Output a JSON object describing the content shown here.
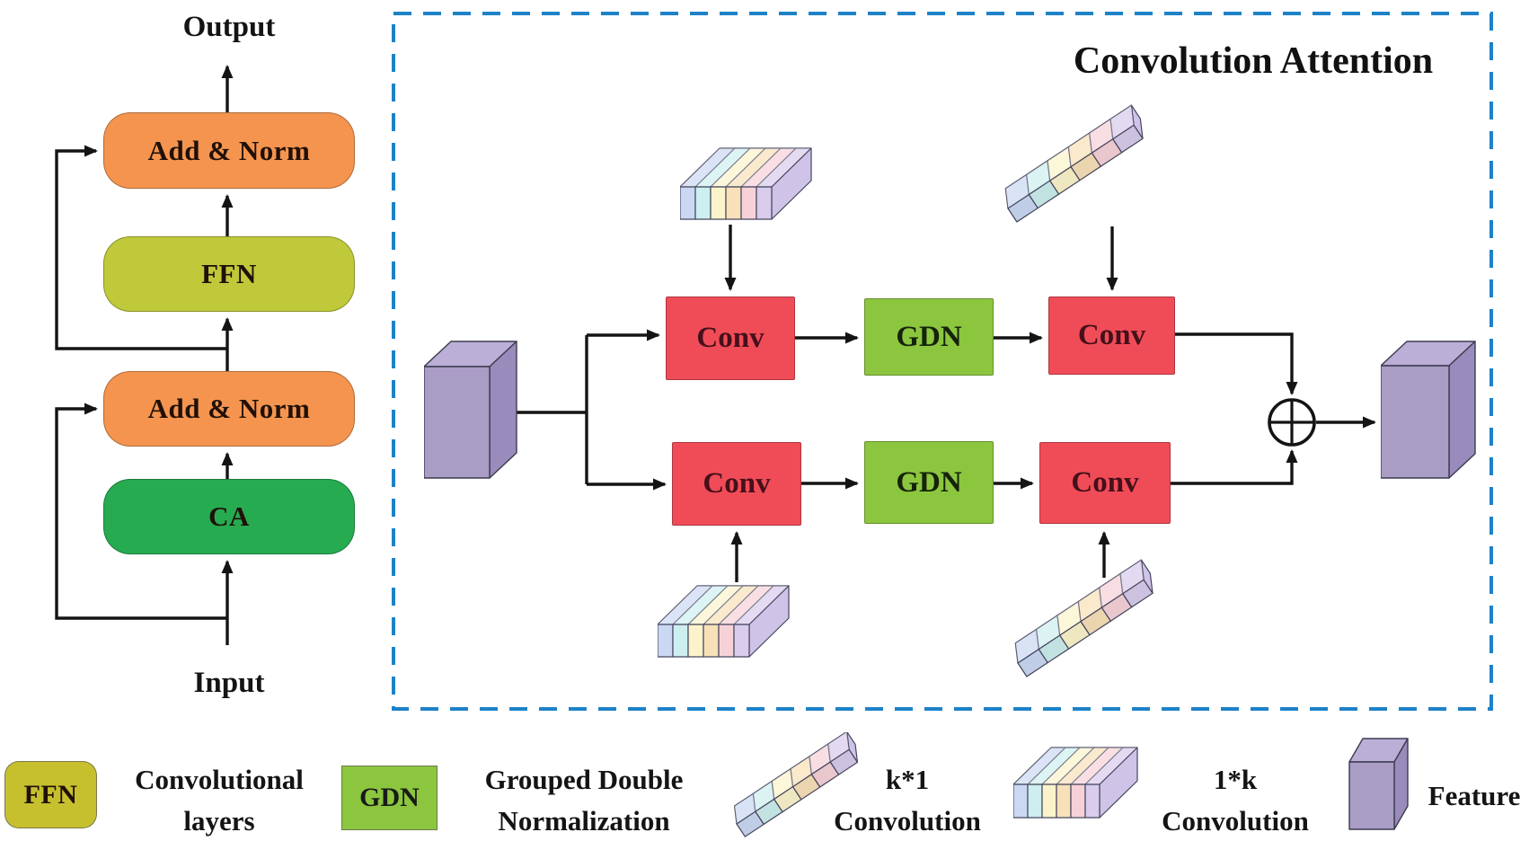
{
  "left_flow": {
    "output_label": "Output",
    "input_label": "Input",
    "blocks": [
      {
        "label": "Add & Norm",
        "color": "#F4944F"
      },
      {
        "label": "FFN",
        "color": "#BFC93A"
      },
      {
        "label": "Add & Norm",
        "color": "#F4944F"
      },
      {
        "label": "CA",
        "color": "#27AB51"
      }
    ]
  },
  "attention_module": {
    "title": "Convolution Attention",
    "border_color": "#1E82C8",
    "conv_label": "Conv",
    "gdn_label": "GDN",
    "conv_color": "#F04C58",
    "gdn_color": "#8CC63F",
    "sum_symbol": "circled-plus"
  },
  "palette": {
    "line": "#141414",
    "stripes": [
      "#CBD8F3",
      "#CDEFEF",
      "#FBF4CB",
      "#F8E1B8",
      "#F6D2D8",
      "#D9CCEC"
    ],
    "slab_side": "#CFC3E8",
    "feature_front": "#A99CC5",
    "feature_top": "#BBAFD7",
    "feature_side": "#998BBB",
    "ffn_legend": "#C6C02F",
    "gdn_legend": "#8CC63F"
  },
  "legend": {
    "items": [
      {
        "swatch_label": "FFN",
        "lines": [
          "Convolutional",
          "layers"
        ]
      },
      {
        "swatch_label": "GDN",
        "lines": [
          "Grouped Double",
          "Normalization"
        ]
      },
      {
        "swatch_label": "",
        "lines": [
          "k*1",
          "Convolution"
        ]
      },
      {
        "swatch_label": "",
        "lines": [
          "1*k",
          "Convolution"
        ]
      },
      {
        "swatch_label": "",
        "lines": [
          "Feature"
        ]
      }
    ]
  }
}
